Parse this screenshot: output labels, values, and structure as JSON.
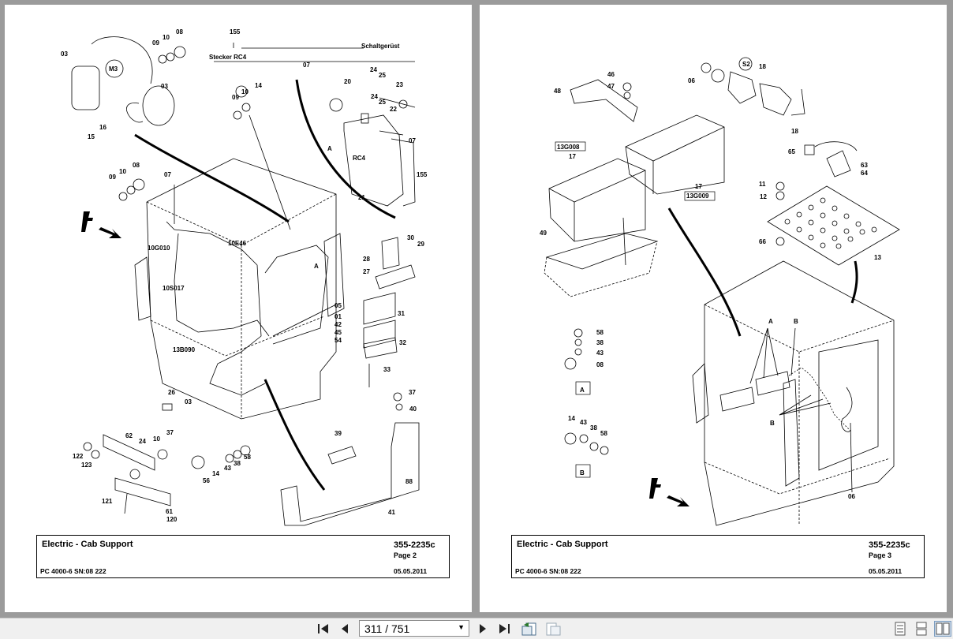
{
  "viewer": {
    "page_indicator": "311 / 751",
    "nav_icons": [
      "first-page-icon",
      "previous-page-icon",
      "next-page-icon",
      "last-page-icon",
      "back-view-icon",
      "forward-view-icon"
    ],
    "view_mode_icons": [
      "single-page-icon",
      "continuous-icon",
      "two-page-icon"
    ]
  },
  "left_page": {
    "title": "Electric - Cab Support",
    "doc_number": "355-2235c",
    "page_label": "Page 2",
    "model": "PC 4000-6 SN:08 222",
    "date": "05.05.2011",
    "callouts": [
      "155",
      "Stecker RC4",
      "Schaltgerüst",
      "07",
      "08",
      "09",
      "10",
      "03",
      "M3",
      "03",
      "15",
      "16",
      "20",
      "24",
      "25",
      "23",
      "24",
      "25",
      "22",
      "14",
      "09",
      "10",
      "RC4",
      "A",
      "07",
      "155",
      "21",
      "08",
      "09",
      "10",
      "07",
      "10G010",
      "10E46",
      "10S017",
      "A",
      "28",
      "30",
      "29",
      "27",
      "31",
      "32",
      "33",
      "05",
      "01",
      "42",
      "45",
      "54",
      "13B090",
      "26",
      "03",
      "37",
      "40",
      "62",
      "24",
      "10",
      "37",
      "122",
      "123",
      "39",
      "14",
      "43",
      "38",
      "58",
      "56",
      "88",
      "121",
      "61",
      "120",
      "41",
      "F"
    ]
  },
  "right_page": {
    "title": "Electric - Cab Support",
    "doc_number": "355-2235c",
    "page_label": "Page 3",
    "model": "PC 4000-6 SN:08 222",
    "date": "05.05.2011",
    "callouts": [
      "46",
      "47",
      "48",
      "06",
      "S2",
      "18",
      "18",
      "13G008",
      "17",
      "17",
      "13G009",
      "65",
      "63",
      "64",
      "11",
      "12",
      "49",
      "66",
      "13",
      "58",
      "38",
      "43",
      "08",
      "A",
      "A",
      "B",
      "14",
      "43",
      "38",
      "58",
      "B",
      "B",
      "06",
      "F"
    ]
  }
}
